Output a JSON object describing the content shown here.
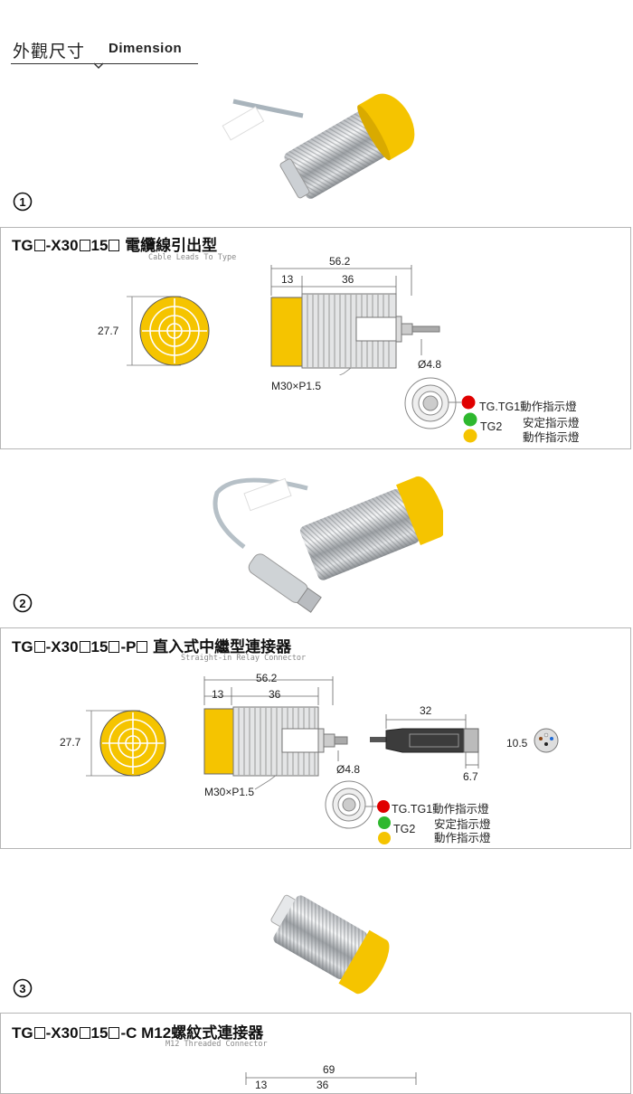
{
  "header": {
    "title_cn": "外觀尺寸",
    "title_en": "Dimension"
  },
  "colors": {
    "yellow": "#f5c400",
    "red": "#e00000",
    "green": "#2eb82e",
    "panel_border": "#b5b5b5"
  },
  "sections": [
    {
      "number": "1",
      "model_parts": [
        "TG",
        "-X30",
        "15",
        " 電纜線引出型"
      ],
      "subtitle": "Cable Leads To Type",
      "dims": {
        "diameter": "27.7",
        "total": "56.2",
        "cap": "13",
        "thread_len": "36",
        "cable": "Ø4.8",
        "thread": "M30×P1.5"
      },
      "legend": {
        "red": "TG.TG1動作指示燈",
        "green_label": "TG2",
        "green": "安定指示燈",
        "yellow": "動作指示燈"
      }
    },
    {
      "number": "2",
      "model_parts": [
        "TG",
        "-X30",
        "15",
        "-P",
        " 直入式中繼型連接器"
      ],
      "subtitle": "Straight-in Relay Connector",
      "dims": {
        "diameter": "27.7",
        "total": "56.2",
        "cap": "13",
        "thread_len": "36",
        "cable": "Ø4.8",
        "thread": "M30×P1.5",
        "conn_len": "32",
        "conn_dia": "10.5",
        "conn_tip": "6.7"
      },
      "legend": {
        "red": "TG.TG1動作指示燈",
        "green_label": "TG2",
        "green": "安定指示燈",
        "yellow": "動作指示燈"
      }
    },
    {
      "number": "3",
      "model_parts": [
        "TG",
        "-X30",
        "15",
        "-C",
        " M12螺紋式連接器"
      ],
      "subtitle": "M12 Threaded Connector",
      "dims": {
        "total": "69",
        "cap": "13",
        "thread_len": "36"
      }
    }
  ]
}
